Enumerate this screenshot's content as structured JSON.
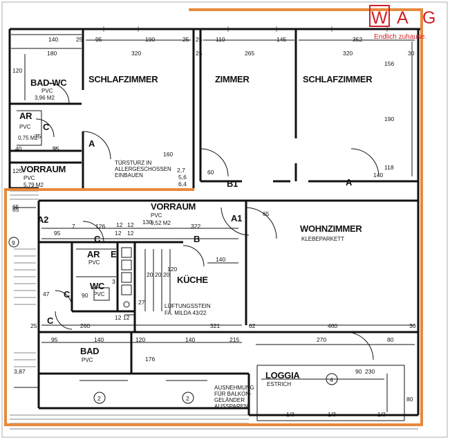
{
  "logo": {
    "letters": [
      "W",
      "A",
      "G"
    ],
    "tagline": "Endlich zuhause.",
    "color": "#d21f26"
  },
  "highlight_color": "#e8893c",
  "rooms": {
    "bad_wc": {
      "name": "BAD-WC",
      "floor": "PVC",
      "area": "3,96 M2"
    },
    "ar_top": {
      "name": "AR",
      "floor": "PVC",
      "area": "0,75 M2"
    },
    "schlafzimmer_left": {
      "name": "SCHLAFZIMMER"
    },
    "vorraum_top": {
      "name": "VORRAUM",
      "floor": "PVC",
      "area": "5,79 M2"
    },
    "zimmer": {
      "name": "ZIMMER"
    },
    "schlafzimmer_right": {
      "name": "SCHLAFZIMMER"
    },
    "vorraum_mid": {
      "name": "VORRAUM",
      "floor": "PVC",
      "area": "9,52 M2"
    },
    "wohnzimmer": {
      "name": "WOHNZIMMER",
      "floor": "KLEBEPARKETT"
    },
    "ar_mid": {
      "name": "AR",
      "floor": "PVC"
    },
    "wc": {
      "name": "WC",
      "floor": "PVC"
    },
    "kueche": {
      "name": "KÜCHE"
    },
    "bad": {
      "name": "BAD",
      "floor": "PVC"
    },
    "loggia": {
      "name": "LOGGIA",
      "floor": "ESTRICH"
    }
  },
  "notes": {
    "tuersturz": [
      "TÜRSTURZ IN",
      "ALLERGESCHOSSEN",
      "EINBAUEN"
    ],
    "lueftung": [
      "LÜFTUNGSSTEIN",
      "FA. MILDA 43/22"
    ],
    "ausnehmung": [
      "AUSNEHMUNG",
      "FÜR BALKON-",
      "GELÄNDER",
      "AUSSPAREN"
    ]
  },
  "dims": {
    "top_left": [
      "140",
      "180",
      "25",
      "95",
      "190",
      "320",
      "25"
    ],
    "top_right": [
      "25",
      "110",
      "145",
      "352",
      "25",
      "265",
      "320",
      "30"
    ],
    "mid": [
      "120",
      "95",
      "65",
      "60",
      "140",
      "190",
      "118",
      "156",
      "160",
      "2,7",
      "5,6",
      "6,4",
      "75",
      "125",
      "40",
      "95"
    ],
    "vorraum_row": [
      "65",
      "95",
      "7",
      "126",
      "12",
      "12",
      "322",
      "130",
      "65",
      "140",
      "120",
      "20",
      "20",
      "20",
      "3",
      "90",
      "47",
      "25",
      "260",
      "321",
      "62",
      "460",
      "30"
    ],
    "bottom_row": [
      "95",
      "140",
      "120",
      "140",
      "215",
      "270",
      "80",
      "176",
      "90",
      "230",
      "80",
      "1/3",
      "1/3",
      "1/3",
      "3,87",
      "12",
      "12",
      "27",
      "12",
      "12"
    ]
  },
  "markers": {
    "door_a": "A",
    "door_b": "B",
    "door_c": "C",
    "door_e": "E",
    "door_b1": "B1",
    "door_a1": "A1",
    "door_ar": "A2",
    "axis_2": "2",
    "axis_4": "4",
    "axis_9": "9"
  }
}
